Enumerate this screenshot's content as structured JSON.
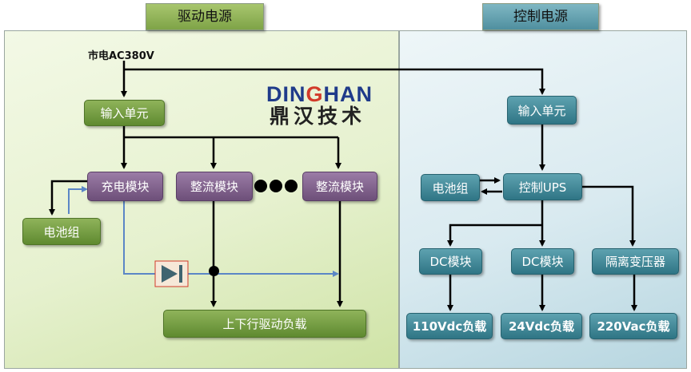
{
  "sections": {
    "drive_power": "驱动电源",
    "control_power": "控制电源"
  },
  "mains_label": "市电AC380V",
  "logo": {
    "en_prefix": "DIN",
    "en_g": "G",
    "en_suffix": "HAN",
    "cn": "鼎汉技术"
  },
  "drive": {
    "input_unit": "输入单元",
    "charger_module": "充电模块",
    "rectifier_module_1": "整流模块",
    "rectifier_module_2": "整流模块",
    "battery_pack": "电池组",
    "load": "上下行驱动负载"
  },
  "control": {
    "input_unit": "输入单元",
    "battery_pack": "电池组",
    "ups": "控制UPS",
    "dc_module_1": "DC模块",
    "dc_module_2": "DC模块",
    "isolation_transformer": "隔离变压器",
    "load_110": "110Vdc负载",
    "load_24": "24Vdc负载",
    "load_220": "220Vac负载"
  },
  "colors": {
    "drive_box": "#6f9a3c",
    "charger_box": "#7d5d8a",
    "control_box": "#3a8494",
    "blue_line": "#5b86c6",
    "diode_border": "#d23a2a"
  }
}
